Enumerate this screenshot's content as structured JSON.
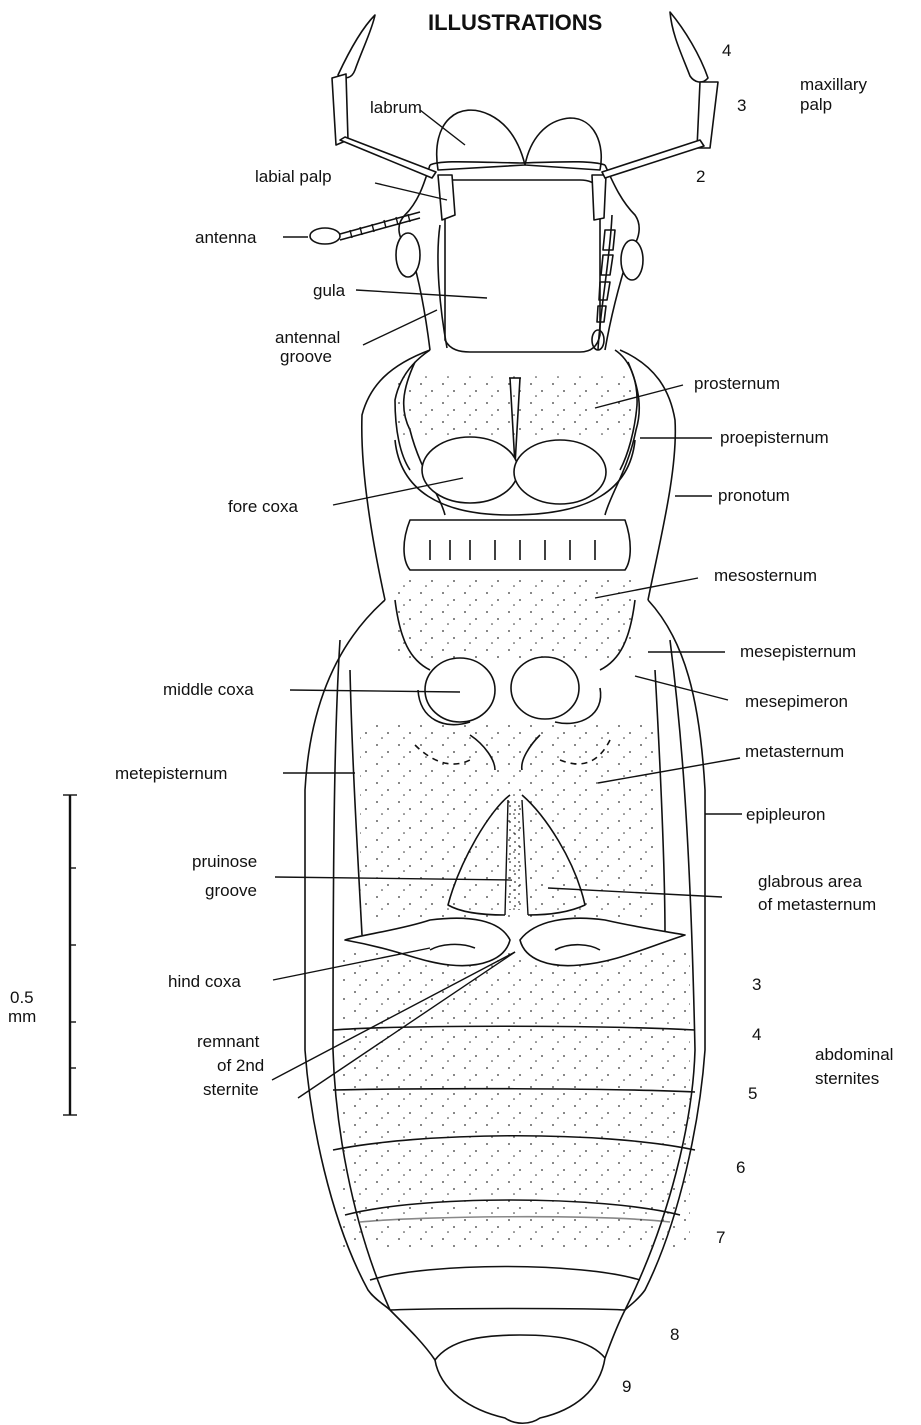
{
  "header": "ILLUSTRATIONS",
  "labels": {
    "labrum": "labrum",
    "labial_palp": "labial palp",
    "antenna": "antenna",
    "gula": "gula",
    "antennal": "antennal",
    "groove": "groove",
    "prosternum": "prosternum",
    "proepisternum": "proepisternum",
    "fore_coxa": "fore coxa",
    "pronotum": "pronotum",
    "mesosternum": "mesosternum",
    "mesepisternum": "mesepisternum",
    "middle_coxa": "middle coxa",
    "mesepimeron": "mesepimeron",
    "metepisternum": "metepisternum",
    "metasternum": "metasternum",
    "epipleuron": "epipleuron",
    "pruinose": "pruinose",
    "pruinose_groove": "groove",
    "glabrous_1": "glabrous area",
    "glabrous_2": "of metasternum",
    "hind_coxa": "hind coxa",
    "remnant_1": "remnant",
    "remnant_2": "of 2nd",
    "remnant_3": "sternite",
    "maxillary": "maxillary",
    "palp": "palp",
    "abdominal": "abdominal",
    "sternites": "sternites",
    "scale_value": "0.5",
    "scale_unit": "mm"
  },
  "palp_numbers": [
    "4",
    "3",
    "2"
  ],
  "sternite_numbers": [
    "3",
    "4",
    "5",
    "6",
    "7",
    "8",
    "9"
  ]
}
